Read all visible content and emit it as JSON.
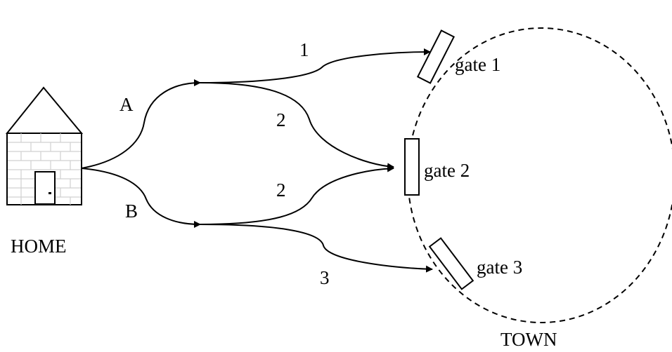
{
  "home_label": "HOME",
  "town_label": "TOWN",
  "route_labels": {
    "A": "A",
    "B": "B",
    "a_to_gate1": "1",
    "a_to_gate2": "2",
    "b_to_gate2": "2",
    "b_to_gate3": "3"
  },
  "gates": [
    {
      "label": "gate 1"
    },
    {
      "label": "gate 2"
    },
    {
      "label": "gate 3"
    }
  ]
}
